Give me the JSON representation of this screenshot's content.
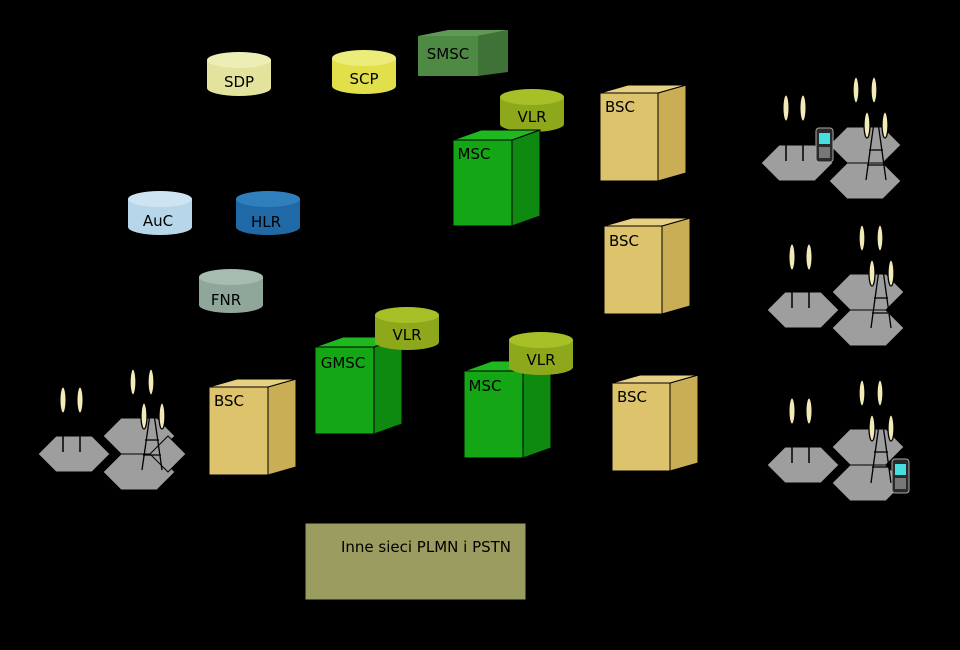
{
  "colors": {
    "background": "#000000",
    "sdp": "#e3e39d",
    "scp": "#e1e04a",
    "smsc": "#4f8a45",
    "vlr": "#8ea81c",
    "msc": "#14a614",
    "gmsc": "#14a614",
    "bsc": "#dcc36c",
    "auc": "#b7d6ea",
    "hlr": "#1f6aa6",
    "fnr": "#8ea79a",
    "cells": "#9e9e9e",
    "pstn": "#9a9c60"
  },
  "nodes": {
    "sdp": "SDP",
    "scp": "SCP",
    "smsc": "SMSC",
    "vlr_top": "VLR",
    "msc_top": "MSC",
    "auc": "AuC",
    "hlr": "HLR",
    "fnr": "FNR",
    "bsc_top": "BSC",
    "bsc_mid": "BSC",
    "bsc_right_low": "BSC",
    "bsc_left": "BSC",
    "gmsc": "GMSC",
    "vlr_gmsc": "VLR",
    "msc_low": "MSC",
    "vlr_low": "VLR",
    "other_networks": "Inne sieci PLMN i PSTN"
  }
}
